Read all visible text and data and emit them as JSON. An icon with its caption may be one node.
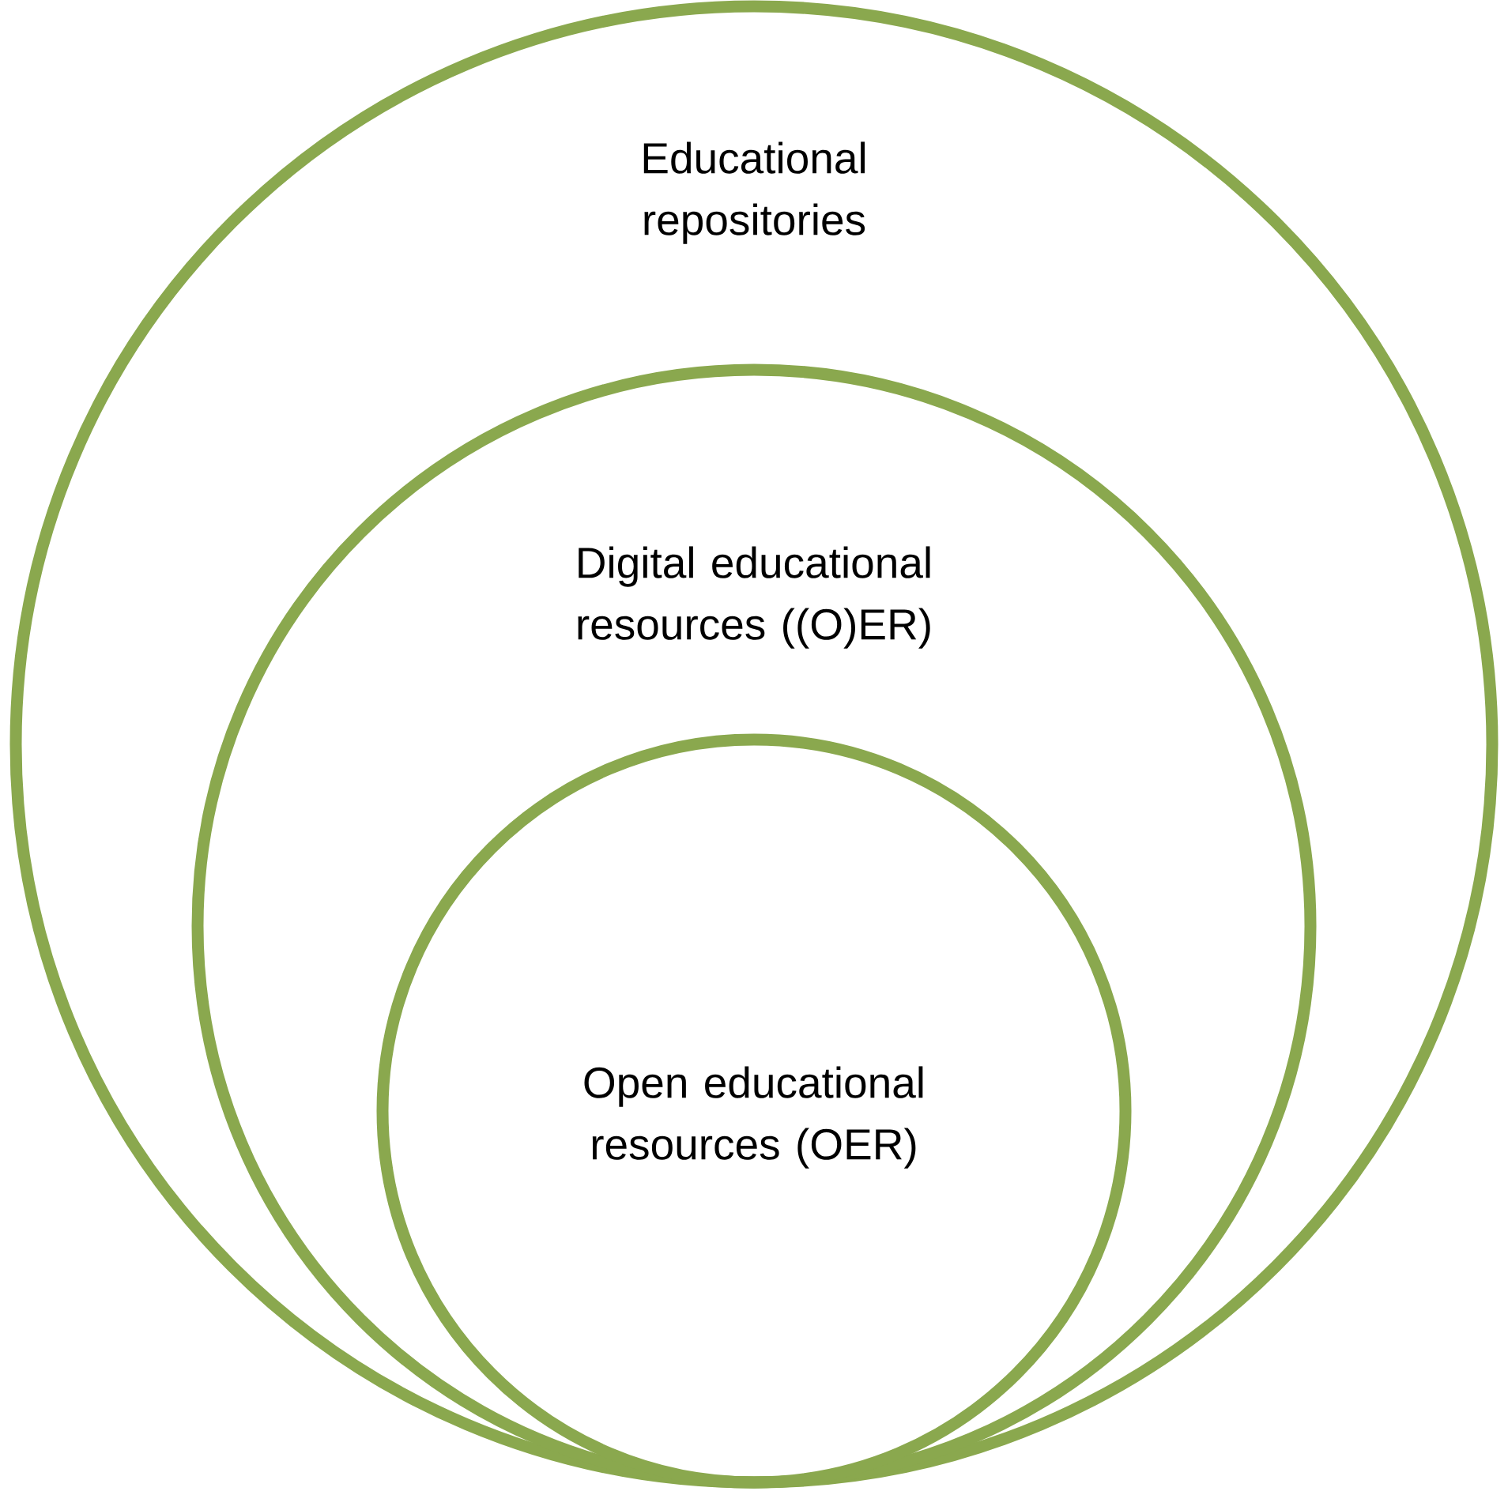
{
  "diagram": {
    "nodes": [
      {
        "text": [
          "Educational repositories"
        ]
      },
      {
        "text": [
          "Digital educational resources ((O)ER)"
        ],
        "in": 0
      },
      {
        "text": [
          "Open educational resources (OER)"
        ],
        "in": 1
      }
    ]
  }
}
